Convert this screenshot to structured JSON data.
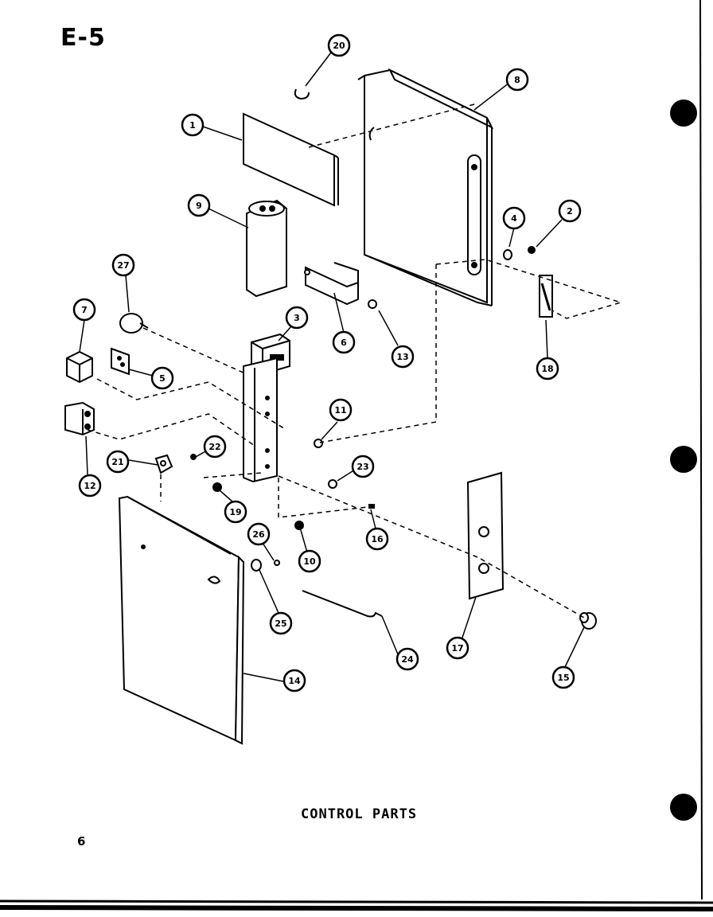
{
  "page_label": "E-5",
  "caption": "CONTROL PARTS",
  "page_number": "6",
  "callouts": [
    {
      "id": "c20",
      "label": "20"
    },
    {
      "id": "c8",
      "label": "8"
    },
    {
      "id": "c1",
      "label": "1"
    },
    {
      "id": "c9",
      "label": "9"
    },
    {
      "id": "c4",
      "label": "4"
    },
    {
      "id": "c2",
      "label": "2"
    },
    {
      "id": "c27",
      "label": "27"
    },
    {
      "id": "c7",
      "label": "7"
    },
    {
      "id": "c3",
      "label": "3"
    },
    {
      "id": "c6",
      "label": "6"
    },
    {
      "id": "c13",
      "label": "13"
    },
    {
      "id": "c18",
      "label": "18"
    },
    {
      "id": "c5",
      "label": "5"
    },
    {
      "id": "c11",
      "label": "11"
    },
    {
      "id": "c12",
      "label": "12"
    },
    {
      "id": "c22",
      "label": "22"
    },
    {
      "id": "c21",
      "label": "21"
    },
    {
      "id": "c23",
      "label": "23"
    },
    {
      "id": "c19",
      "label": "19"
    },
    {
      "id": "c26",
      "label": "26"
    },
    {
      "id": "c10",
      "label": "10"
    },
    {
      "id": "c16",
      "label": "16"
    },
    {
      "id": "c25",
      "label": "25"
    },
    {
      "id": "c24",
      "label": "24"
    },
    {
      "id": "c17",
      "label": "17"
    },
    {
      "id": "c14",
      "label": "14"
    },
    {
      "id": "c15",
      "label": "15"
    }
  ]
}
